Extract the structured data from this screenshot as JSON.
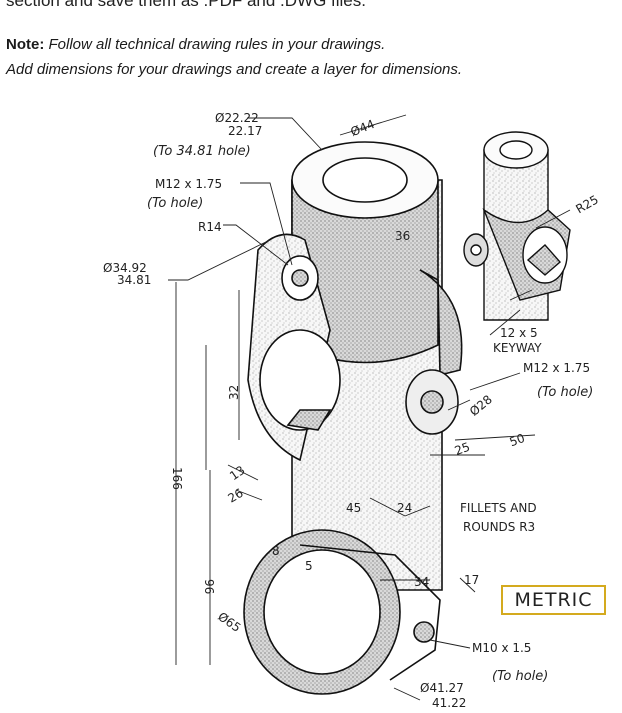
{
  "header": {
    "cut_text": "section and save them as .PDF and .DWG files."
  },
  "note": {
    "label": "Note:",
    "line1": "Follow all technical drawing rules in your drawings.",
    "line2": "Add dimensions for your drawings and create a layer for dimensions."
  },
  "dimensions": {
    "top_dia_a": "Ø22.22",
    "top_dia_b": "22.17",
    "top_dia_note": "(To 34.81 hole)",
    "dia44": "Ø44",
    "thread_m12": "M12 x 1.75",
    "to_hole_1": "(To hole)",
    "r14": "R14",
    "r25": "R25",
    "dim36": "36",
    "dia_34_a": "Ø34.92",
    "dia_34_b": "34.81",
    "keyway_a": "12 x 5",
    "keyway_b": "KEYWAY",
    "thread_m12b": "M12 x 1.75",
    "to_hole_2": "(To hole)",
    "dia28": "Ø28",
    "dim25": "25",
    "dim50": "50",
    "dim32": "32",
    "dim13": "13",
    "dim26": "26",
    "dim45": "45",
    "dim24": "24",
    "dim166": "166",
    "dim96": "96",
    "fillets_a": "FILLETS AND",
    "fillets_b": "ROUNDS R3",
    "dim34": "34",
    "dim17": "17",
    "dim8": "8",
    "dim5": "5",
    "dia65": "Ø65",
    "thread_m10": "M10 x 1.5",
    "to_hole_3": "(To hole)",
    "dia_41_a": "Ø41.27",
    "dia_41_b": "41.22",
    "metric": "METRIC"
  }
}
